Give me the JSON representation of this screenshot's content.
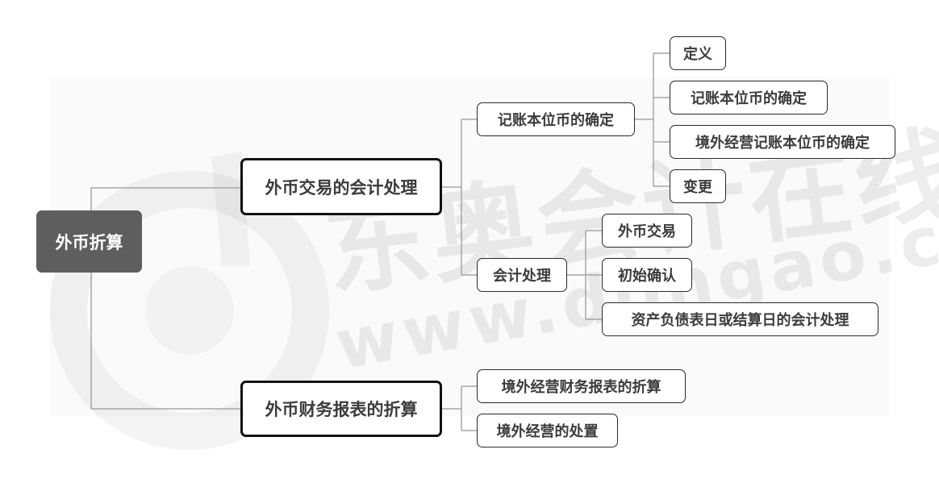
{
  "diagram": {
    "type": "mind-map",
    "colors": {
      "root_fill": "#5e5e5e",
      "root_text": "#ffffff",
      "node_fill": "#ffffff",
      "node_text": "#3c3c3c",
      "node_border": "#2a2a2a",
      "connector": "#999999",
      "watermark": "#ededed"
    },
    "root": {
      "label": "外币折算",
      "children": [
        {
          "label": "外币交易的会计处理",
          "children": [
            {
              "label": "记账本位币的确定",
              "children": [
                {
                  "label": "定义"
                },
                {
                  "label": "记账本位币的确定"
                },
                {
                  "label": "境外经营记账本位币的确定"
                },
                {
                  "label": "变更"
                }
              ]
            },
            {
              "label": "会计处理",
              "children": [
                {
                  "label": "外币交易"
                },
                {
                  "label": "初始确认"
                },
                {
                  "label": "资产负债表日或结算日的会计处理"
                }
              ]
            }
          ]
        },
        {
          "label": "外币财务报表的折算",
          "children": [
            {
              "label": "境外经营财务报表的折算"
            },
            {
              "label": "境外经营的处置"
            }
          ]
        }
      ]
    },
    "watermark": {
      "text_cn": "东奥会计在线",
      "text_en": "www.dongao.com"
    }
  }
}
